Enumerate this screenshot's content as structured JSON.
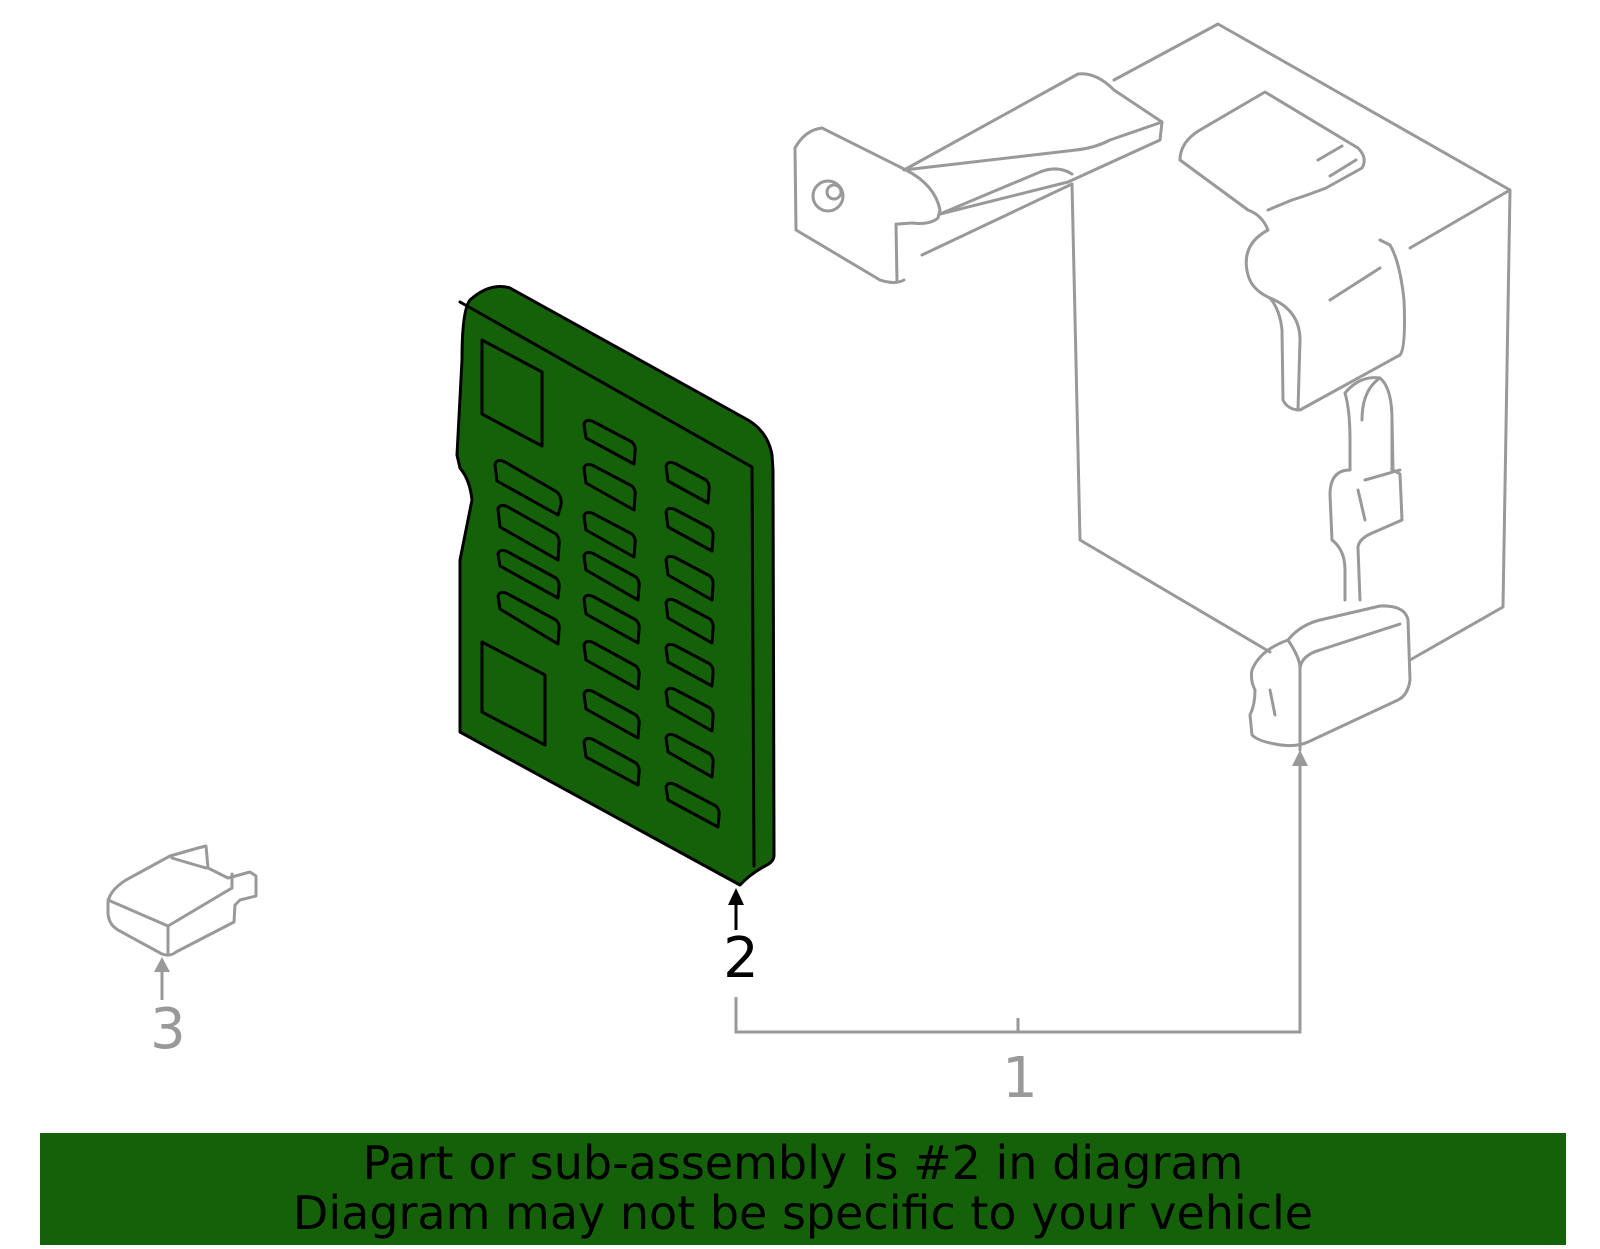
{
  "callouts": {
    "part_1": "1",
    "part_2": "2",
    "part_3": "3"
  },
  "banner": {
    "line1": "Part or sub-assembly is #2 in diagram",
    "line2": "Diagram may not be specific to your vehicle"
  },
  "colors": {
    "highlight_part": "#156109",
    "banner_bg": "#156109",
    "ghost_lines": "#999999",
    "outline": "#000000"
  }
}
